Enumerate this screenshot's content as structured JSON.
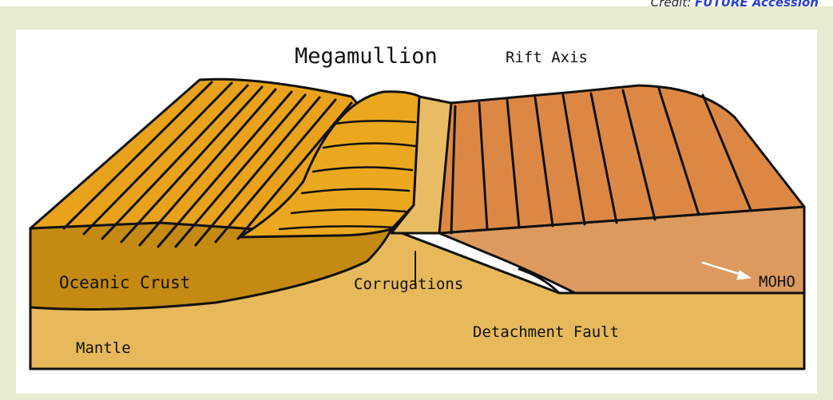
{
  "credit": {
    "prefix": "Credit: ",
    "link_text": "FUTURE Accession"
  },
  "labels": {
    "megamullion": "Megamullion",
    "rift_axis": "Rift Axis",
    "oceanic_crust": "Oceanic Crust",
    "corrugations": "Corrugations",
    "moho": "MOHO",
    "mantle": "Mantle",
    "detachment_fault": "Detachment Fault"
  },
  "colors": {
    "frame": "#e7ebcf",
    "mantle": "#e8b95a",
    "crust_left_front": "#c48a12",
    "crust_left_top": "#e8a21c",
    "megamullion_dome": "#eba81f",
    "corrugation_band": "#e9bc64",
    "crust_right_top": "#dc8844",
    "crust_right_front": "#dc9a5e",
    "outline": "#111111",
    "moho_arrow": "#ffffff"
  }
}
